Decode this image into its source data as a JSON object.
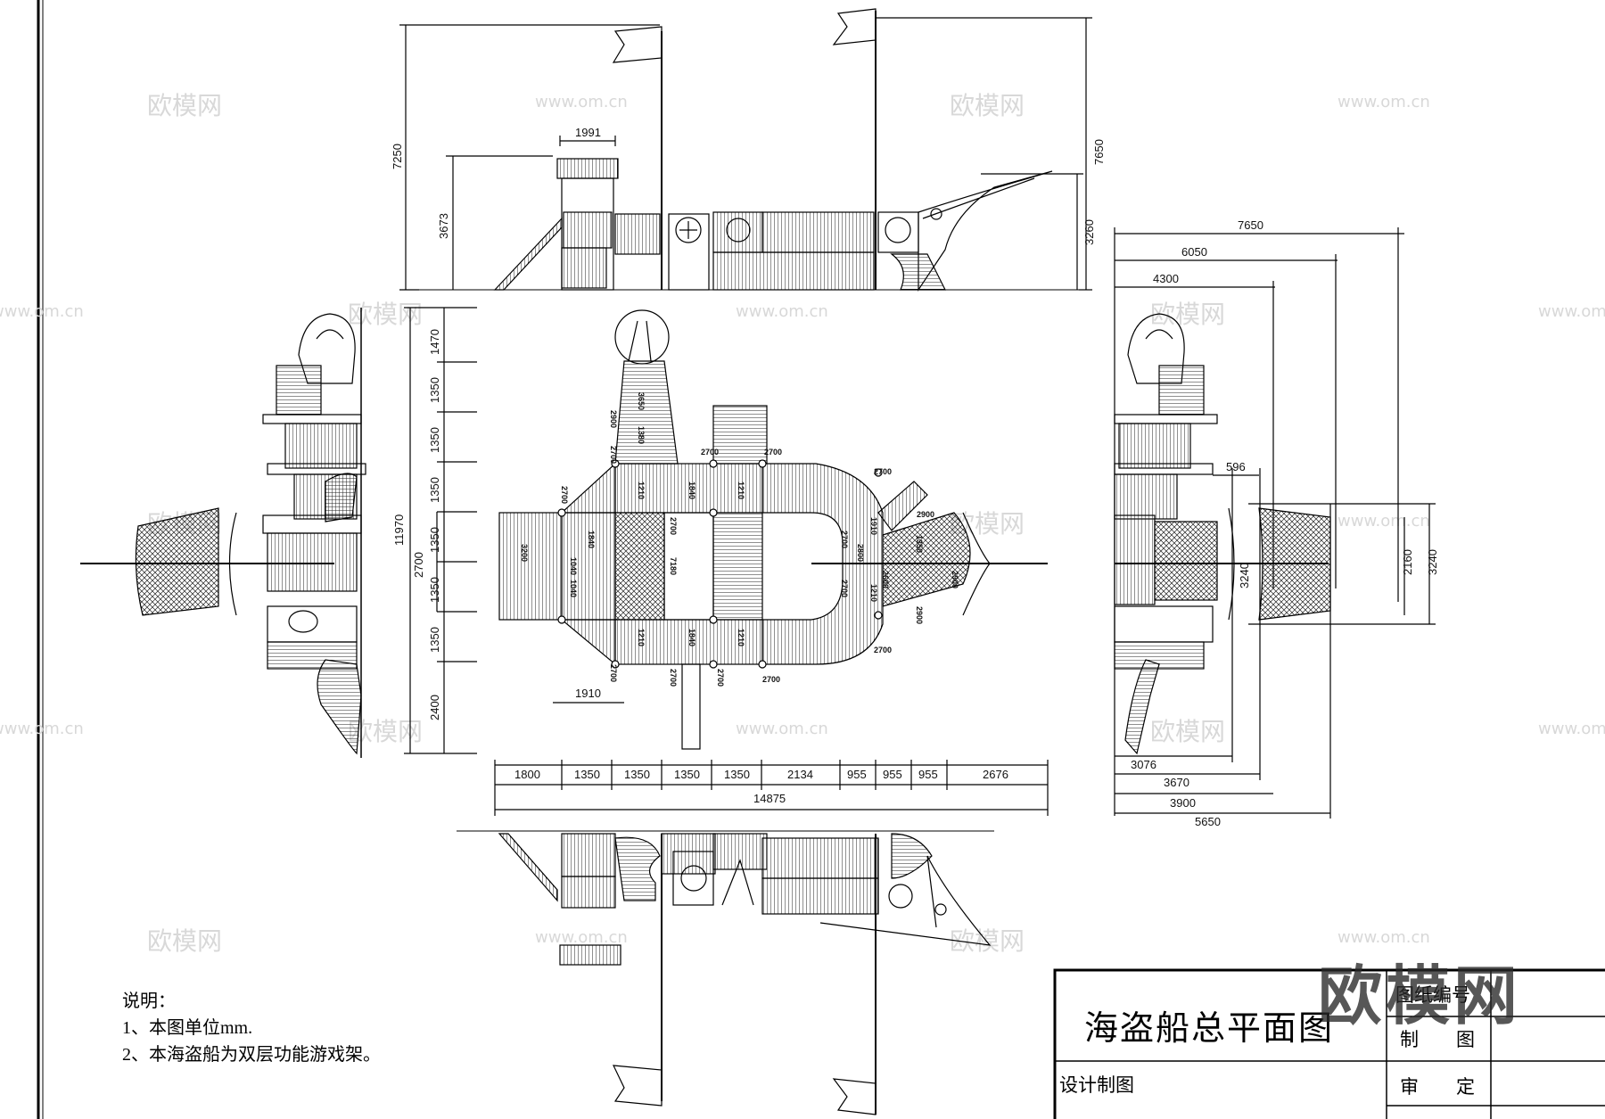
{
  "title_block": {
    "drawing_title": "海盗船总平面图",
    "drawing_number_label": "图纸编号",
    "drawn_by_label": "制　　图",
    "approved_by_label": "审　　定",
    "design_label": "设计制图"
  },
  "notes": {
    "heading": "说明：",
    "items": [
      "1、本图单位mm.",
      "2、本海盗船为双层功能游戏架。"
    ]
  },
  "watermark": {
    "big": "欧模网",
    "small": "欧模网",
    "url": "www.om.cn"
  },
  "elevation_dims": {
    "top_width": "1991",
    "left_total": "7250",
    "left_tower": "3673",
    "right_total": "7650",
    "right_bow": "3260"
  },
  "plan_vertical_dims": [
    "1470",
    "1350",
    "1350",
    "1350",
    "1350",
    "1350",
    "1350",
    "2400"
  ],
  "plan_vertical_inner": "2700",
  "plan_vertical_total": "11970",
  "plan_horizontal_dims": [
    "1800",
    "1350",
    "1350",
    "1350",
    "1350",
    "2134",
    "955",
    "955",
    "955",
    "2676"
  ],
  "plan_horizontal_total": "14875",
  "plan_small_dim": "1910",
  "plan_labels": [
    "3650",
    "2900",
    "1380",
    "2700",
    "1210",
    "1840",
    "2700",
    "1210",
    "2700",
    "2700",
    "2700",
    "3200",
    "1840",
    "1040",
    "1040",
    "7180",
    "2700",
    "2900",
    "1350",
    "1910",
    "2700",
    "2800",
    "1210",
    "2600",
    "2900",
    "2700",
    "2900",
    "1210",
    "1840",
    "1210",
    "2700",
    "2700",
    "2700",
    "2700",
    "2700"
  ],
  "right_elevation_dims": {
    "top": [
      "7650",
      "6050",
      "4300"
    ],
    "mid": "596",
    "r1": "3240",
    "r2": "2160",
    "r3": "3240",
    "bottom": [
      "3076",
      "3670",
      "3900",
      "5650"
    ]
  }
}
